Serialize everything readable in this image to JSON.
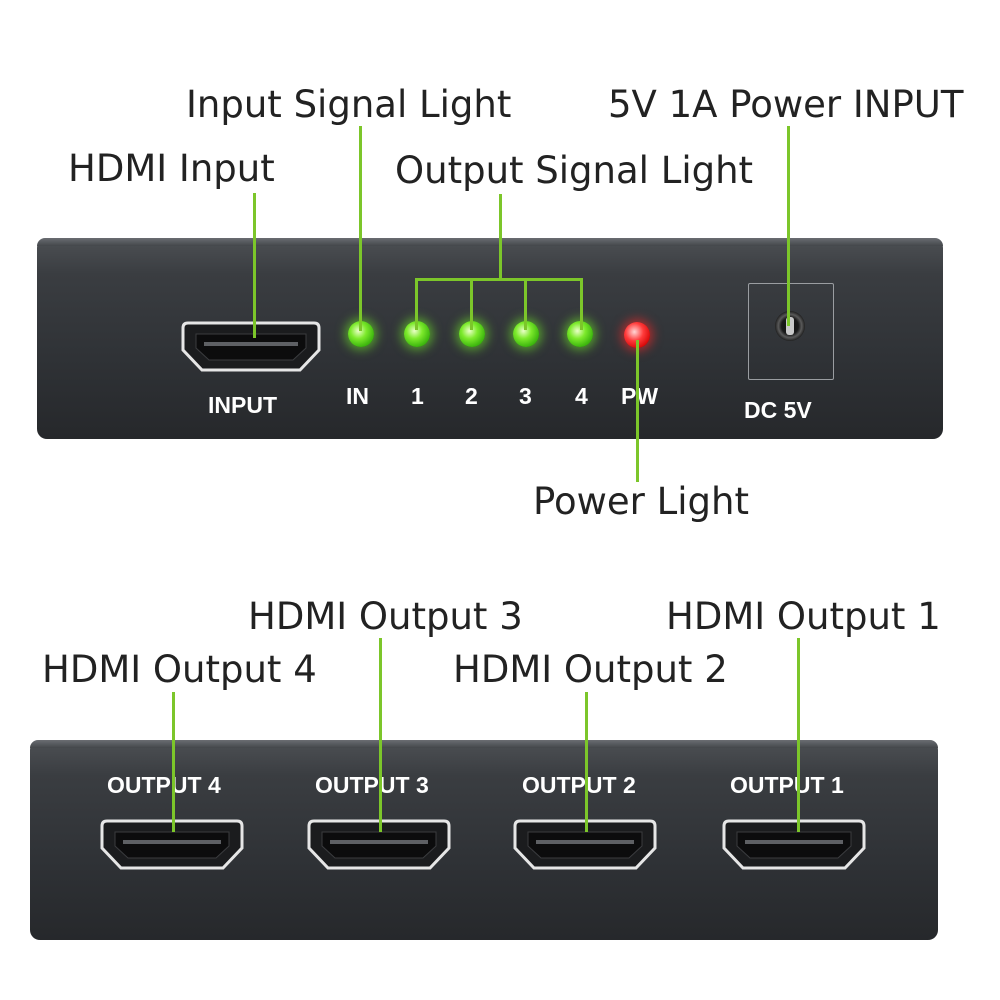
{
  "callouts": {
    "input_signal_light": "Input Signal Light",
    "hdmi_input": "HDMI Input",
    "output_signal_light": "Output Signal Light",
    "power_input": "5V 1A Power INPUT",
    "power_light": "Power Light",
    "hdmi_output_1": "HDMI Output 1",
    "hdmi_output_2": "HDMI Output 2",
    "hdmi_output_3": "HDMI Output 3",
    "hdmi_output_4": "HDMI Output 4"
  },
  "front_panel": {
    "input_label": "INPUT",
    "leds": [
      {
        "label": "IN",
        "color": "green"
      },
      {
        "label": "1",
        "color": "green"
      },
      {
        "label": "2",
        "color": "green"
      },
      {
        "label": "3",
        "color": "green"
      },
      {
        "label": "4",
        "color": "green"
      },
      {
        "label": "PW",
        "color": "red"
      }
    ],
    "dc_label": "DC 5V"
  },
  "back_panel": {
    "outputs": [
      {
        "label": "OUTPUT 4"
      },
      {
        "label": "OUTPUT 3"
      },
      {
        "label": "OUTPUT 2"
      },
      {
        "label": "OUTPUT 1"
      }
    ]
  },
  "colors": {
    "callout_line": "#7cc62a",
    "device_body": "#2f3236",
    "led_green": "#5ed61f",
    "led_red": "#ff2020",
    "label_text": "#ffffff"
  }
}
